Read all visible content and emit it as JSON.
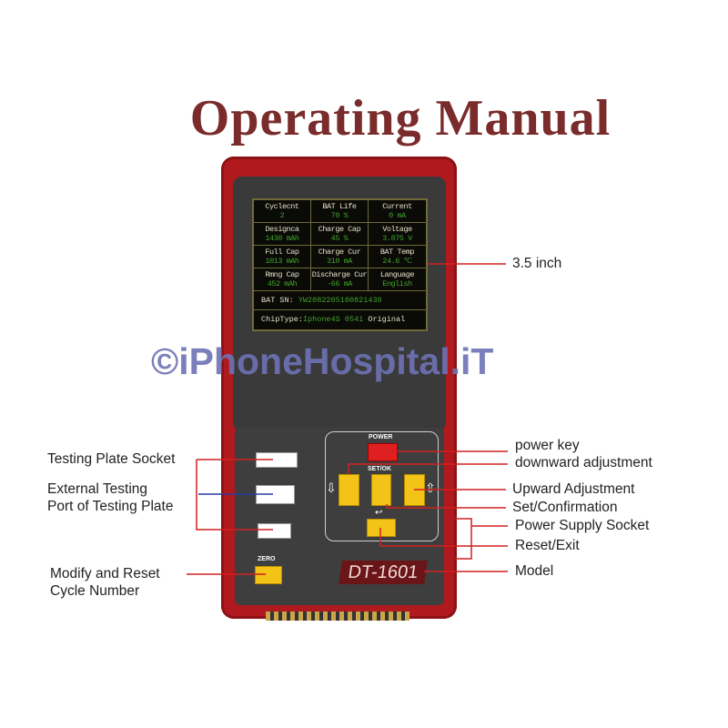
{
  "title": "Operating Manual",
  "watermark": "©iPhoneHospital.iT",
  "screen": {
    "cells": [
      {
        "label": "Cyclecnt",
        "value": "2"
      },
      {
        "label": "BAT Life",
        "value": "70 %"
      },
      {
        "label": "Current",
        "value": "0 mA"
      },
      {
        "label": "Designca",
        "value": "1430 mAh"
      },
      {
        "label": "Charge Cap",
        "value": "45 %"
      },
      {
        "label": "Voltage",
        "value": "3.875 V"
      },
      {
        "label": "Full Cap",
        "value": "1013 mAh"
      },
      {
        "label": "Charge Cur",
        "value": "310 mA"
      },
      {
        "label": "BAT Temp",
        "value": "24.6 ℃"
      },
      {
        "label": "Rmng Cap",
        "value": "452 mAh"
      },
      {
        "label": "Discharge Cur",
        "value": "-66 mA"
      },
      {
        "label": "Language",
        "value": "English"
      }
    ],
    "sn_label": "BAT SN:",
    "sn_value": "YW2082205100821430",
    "chip_label": "ChipType:",
    "chip_value": "Iphone4S",
    "chip_code": "0541",
    "chip_status": "Original"
  },
  "device": {
    "power_label": "POWER",
    "setok_label": "SET/OK",
    "zero_label": "ZERO",
    "model": "DT-1601"
  },
  "callouts": {
    "screen_size": "3.5 inch",
    "power_key": "power key",
    "down": "downward adjustment",
    "up": "Upward Adjustment",
    "set": "Set/Confirmation",
    "supply": "Power Supply Socket",
    "reset": "Reset/Exit",
    "model": "Model",
    "plate_socket": "Testing Plate Socket",
    "external_1": "External Testing",
    "external_2": "Port of Testing Plate",
    "zero_1": "Modify and Reset",
    "zero_2": "Cycle Number"
  }
}
